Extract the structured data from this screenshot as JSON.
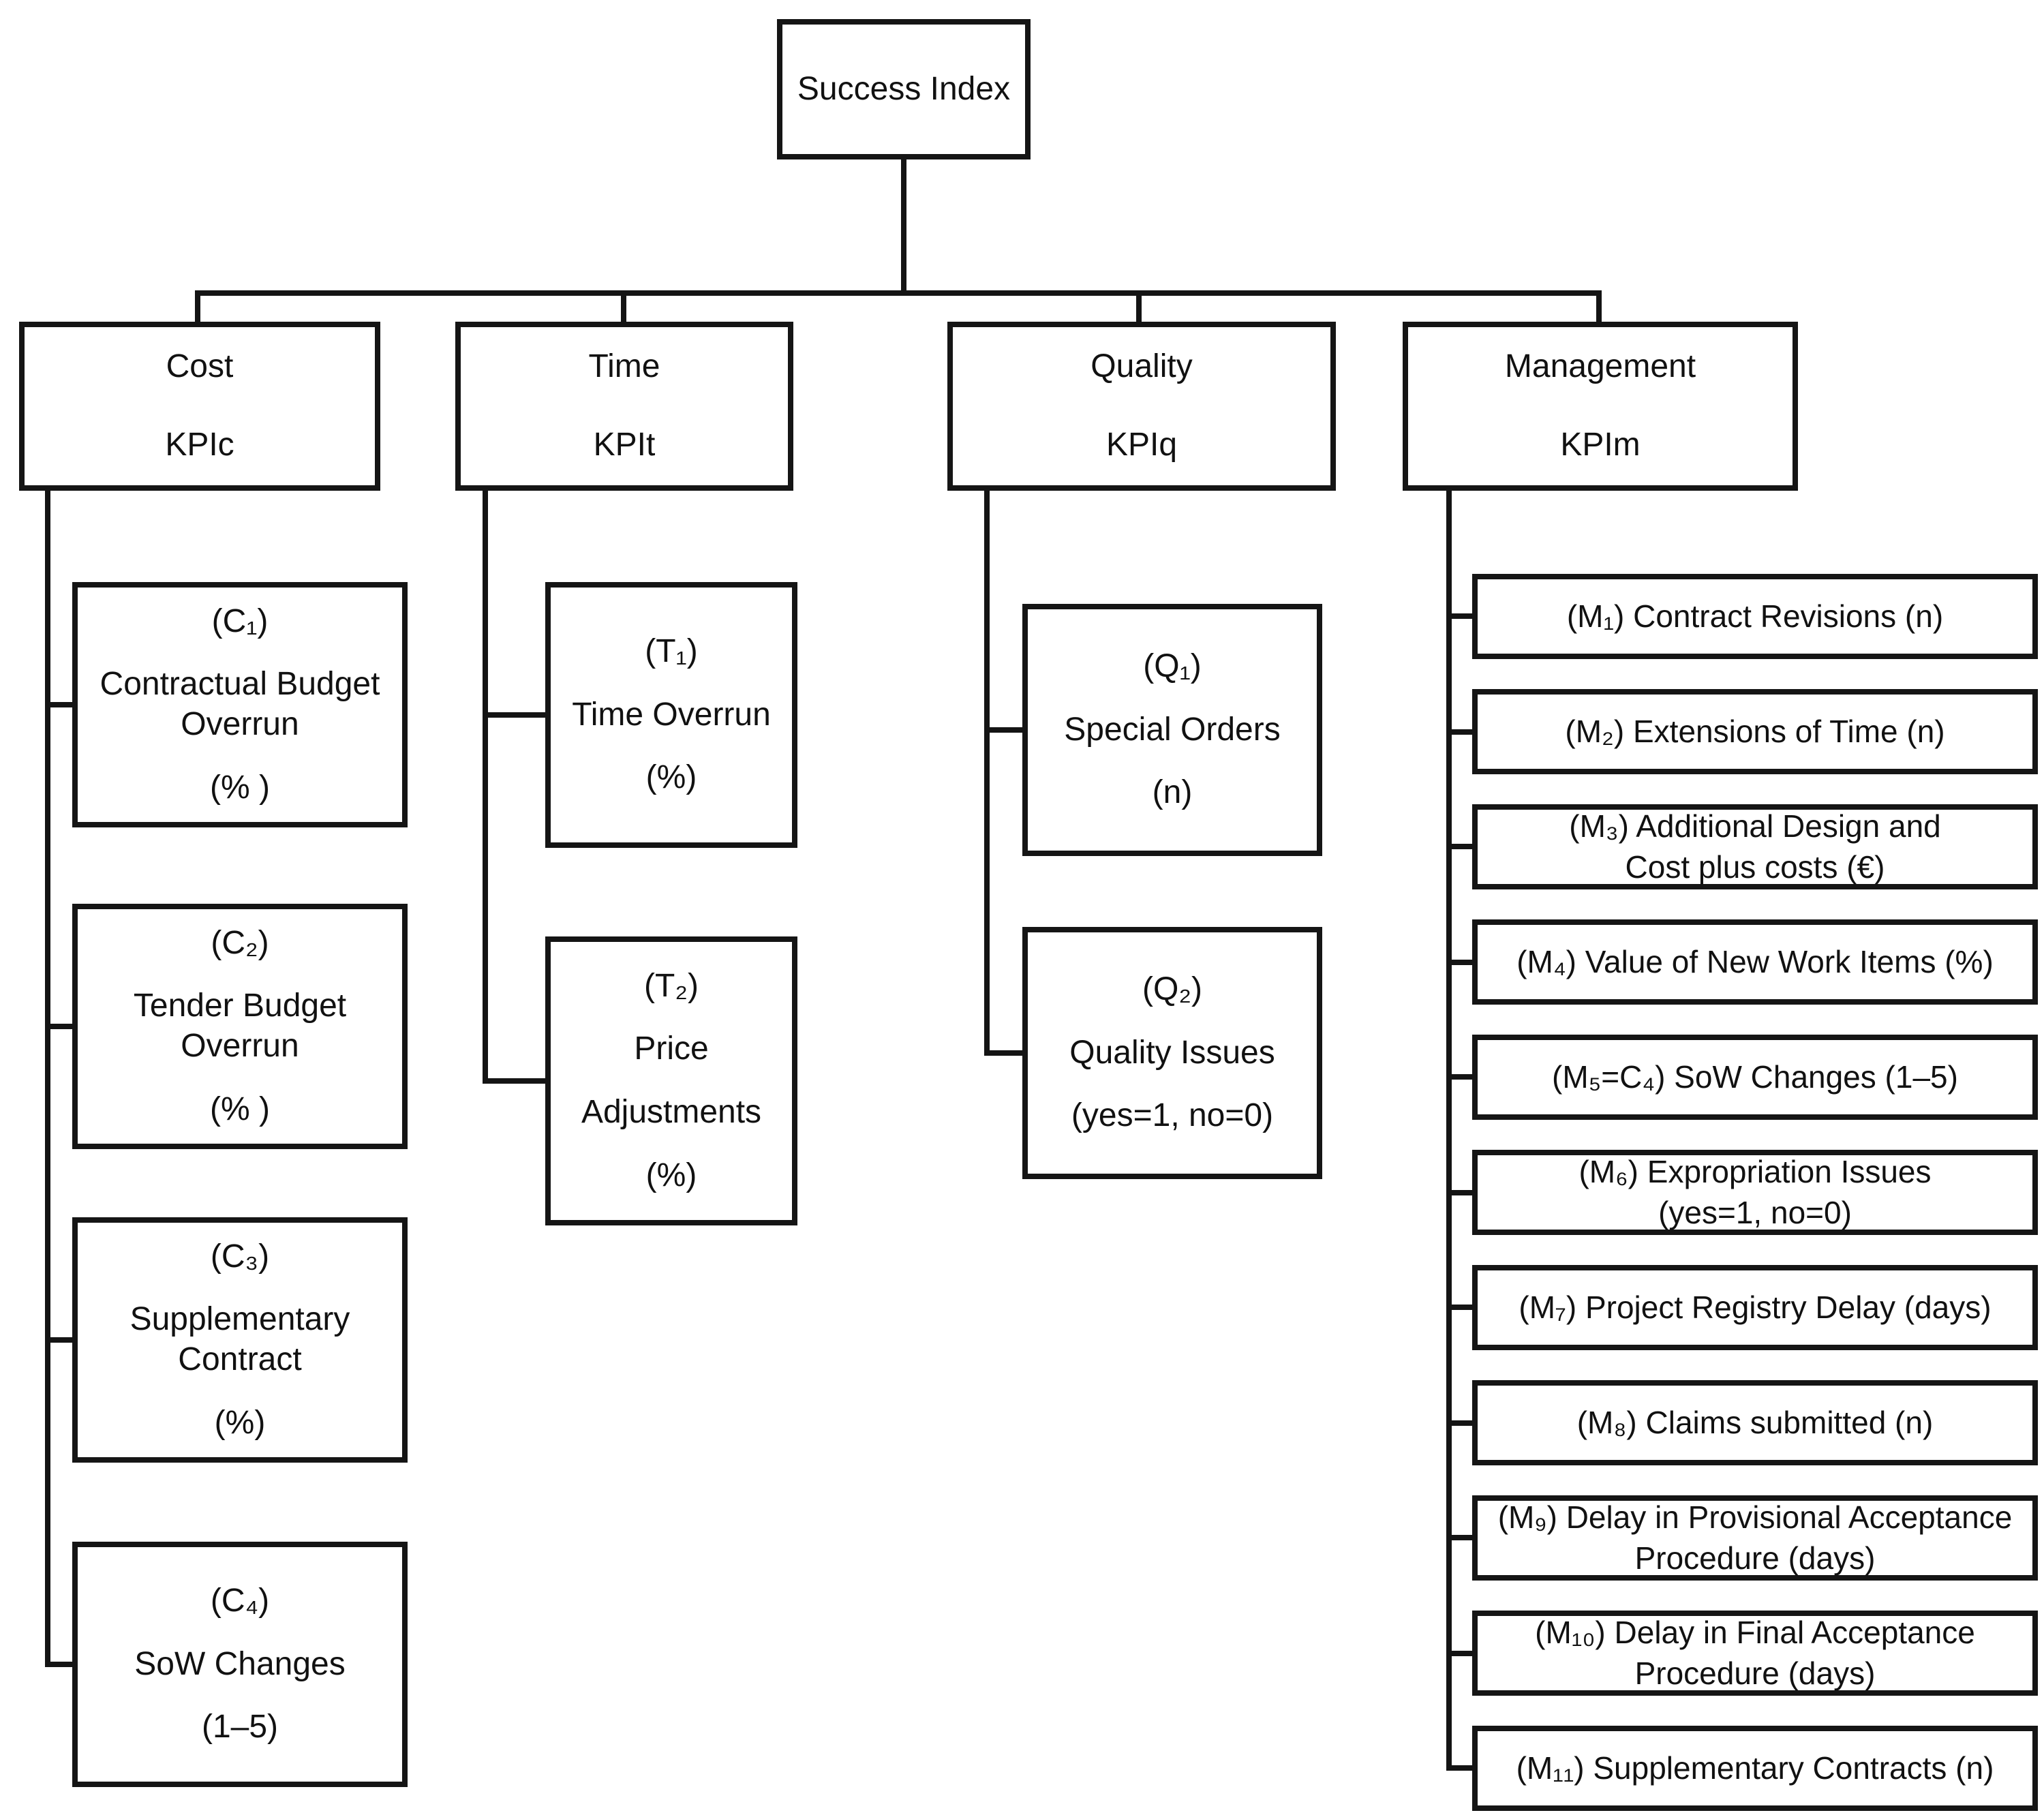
{
  "colors": {
    "background": "#ffffff",
    "box_border": "#151515",
    "connector": "#141414",
    "text": "#111111"
  },
  "diagram": {
    "root": {
      "lines": [
        "Success Index"
      ]
    },
    "branches": [
      {
        "id": "cost",
        "header": {
          "lines": [
            "Cost",
            "KPIc"
          ]
        },
        "children": [
          {
            "id": "C1",
            "lines": [
              "(C₁)",
              "Contractual Budget Overrun",
              "(% )"
            ]
          },
          {
            "id": "C2",
            "lines": [
              "(C₂)",
              "Tender Budget Overrun",
              "(% )"
            ]
          },
          {
            "id": "C3",
            "lines": [
              "(C₃)",
              "Supplementary Contract",
              "(%)"
            ]
          },
          {
            "id": "C4",
            "lines": [
              "(C₄)",
              "SoW Changes",
              "(1–5)"
            ]
          }
        ]
      },
      {
        "id": "time",
        "header": {
          "lines": [
            "Time",
            "KPIt"
          ]
        },
        "children": [
          {
            "id": "T1",
            "lines": [
              "(T₁)",
              "Time Overrun",
              "(%)"
            ]
          },
          {
            "id": "T2",
            "lines": [
              "(T₂)",
              "Price",
              "Adjustments",
              "(%)"
            ]
          }
        ]
      },
      {
        "id": "quality",
        "header": {
          "lines": [
            "Quality",
            "KPIq"
          ]
        },
        "children": [
          {
            "id": "Q1",
            "lines": [
              "(Q₁)",
              "Special Orders",
              "(n)"
            ]
          },
          {
            "id": "Q2",
            "lines": [
              "(Q₂)",
              "Quality Issues",
              "(yes=1, no=0)"
            ]
          }
        ]
      },
      {
        "id": "management",
        "header": {
          "lines": [
            "Management",
            "KPIm"
          ]
        },
        "children": [
          {
            "id": "M1",
            "lines": [
              "(M₁) Contract Revisions (n)"
            ]
          },
          {
            "id": "M2",
            "lines": [
              "(M₂) Extensions of Time (n)"
            ]
          },
          {
            "id": "M3",
            "lines": [
              "(M₃) Additional Design and",
              "Cost plus costs (€)"
            ]
          },
          {
            "id": "M4",
            "lines": [
              "(M₄) Value of New Work Items (%)"
            ]
          },
          {
            "id": "M5",
            "lines": [
              "(M₅=C₄) SoW Changes (1–5)"
            ]
          },
          {
            "id": "M6",
            "lines": [
              "(M₆) Expropriation Issues",
              "(yes=1, no=0)"
            ]
          },
          {
            "id": "M7",
            "lines": [
              "(M₇) Project Registry Delay (days)"
            ]
          },
          {
            "id": "M8",
            "lines": [
              "(M₈) Claims submitted (n)"
            ]
          },
          {
            "id": "M9",
            "lines": [
              "(M₉) Delay in Provisional Acceptance",
              "Procedure (days)"
            ]
          },
          {
            "id": "M10",
            "lines": [
              "(M₁₀) Delay in Final Acceptance",
              "Procedure (days)"
            ]
          },
          {
            "id": "M11",
            "lines": [
              "(M₁₁) Supplementary Contracts (n)"
            ]
          }
        ]
      }
    ]
  }
}
